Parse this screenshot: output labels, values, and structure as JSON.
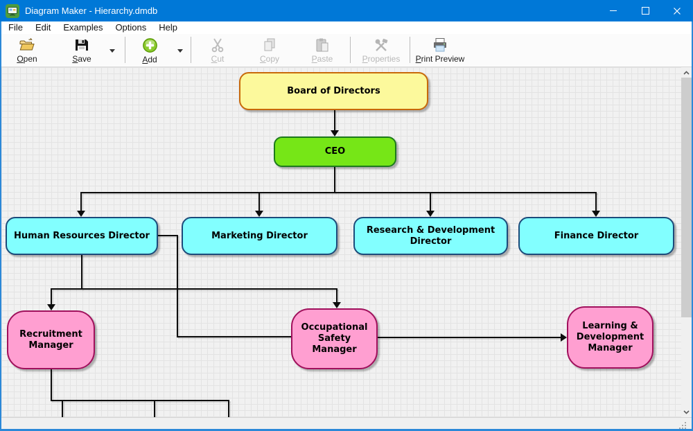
{
  "titlebar": {
    "title": "Diagram Maker - Hierarchy.dmdb"
  },
  "menu": {
    "items": [
      {
        "label": "File"
      },
      {
        "label": "Edit"
      },
      {
        "label": "Examples"
      },
      {
        "label": "Options"
      },
      {
        "label": "Help"
      }
    ]
  },
  "toolbar": {
    "open": {
      "key": "O",
      "rest": "pen",
      "enabled": true
    },
    "save": {
      "key": "S",
      "rest": "ave",
      "enabled": true,
      "has_dropdown": true
    },
    "add": {
      "key": "A",
      "rest": "dd",
      "enabled": true,
      "has_dropdown": true
    },
    "cut": {
      "key": "C",
      "rest": "ut",
      "enabled": false
    },
    "copy": {
      "key": "C",
      "rest": "opy",
      "enabled": false
    },
    "paste": {
      "key": "P",
      "rest": "aste",
      "enabled": false
    },
    "properties": {
      "key": "P",
      "rest": "roperties",
      "enabled": false
    },
    "print_preview": {
      "key": "P",
      "rest": "rint Preview",
      "enabled": true
    }
  },
  "diagram": {
    "nodes": {
      "board": {
        "label": "Board of Directors",
        "fill": "#FCF99C",
        "border": "#C8690A"
      },
      "ceo": {
        "label": "CEO",
        "fill": "#76E617",
        "border": "#1D7A1D"
      },
      "hr": {
        "label": "Human Resources Director",
        "fill": "#82FFFF",
        "border": "#1B4A7A"
      },
      "marketing": {
        "label": "Marketing Director",
        "fill": "#82FFFF",
        "border": "#1B4A7A"
      },
      "rnd": {
        "label": "Research & Development Director",
        "fill": "#82FFFF",
        "border": "#1B4A7A"
      },
      "finance": {
        "label": "Finance Director",
        "fill": "#82FFFF",
        "border": "#1B4A7A"
      },
      "recruitment": {
        "label": "Recruitment Manager",
        "fill": "#FF9FD1",
        "border": "#A0105C"
      },
      "safety": {
        "label": "Occupational Safety Manager",
        "fill": "#FF9FD1",
        "border": "#A0105C"
      },
      "learning": {
        "label": "Learning & Development Manager",
        "fill": "#FF9FD1",
        "border": "#A0105C"
      }
    },
    "edges": [
      {
        "from": "Board of Directors",
        "to": "CEO"
      },
      {
        "from": "CEO",
        "to": "Human Resources Director"
      },
      {
        "from": "CEO",
        "to": "Marketing Director"
      },
      {
        "from": "CEO",
        "to": "Research & Development Director"
      },
      {
        "from": "CEO",
        "to": "Finance Director"
      },
      {
        "from": "Human Resources Director",
        "to": "Recruitment Manager"
      },
      {
        "from": "Human Resources Director",
        "to": "Occupational Safety Manager"
      },
      {
        "from": "Human Resources Director",
        "to": "Occupational Safety Manager",
        "note": "side link into left edge, no arrowhead"
      },
      {
        "from": "Occupational Safety Manager",
        "to": "Learning & Development Manager"
      },
      {
        "from": "Recruitment Manager",
        "to": "(three child connectors cut off at bottom edge)"
      }
    ]
  },
  "theme": {
    "titlebar_blue": "#0078D7",
    "window_border_blue": "#2B88D8",
    "canvas_background": "#F1F1F1",
    "grid_line": "#E3E3E3",
    "connector_black": "#0D0D0D",
    "add_green": "#8CCB2E",
    "folder_gold": "#EFC75E"
  }
}
